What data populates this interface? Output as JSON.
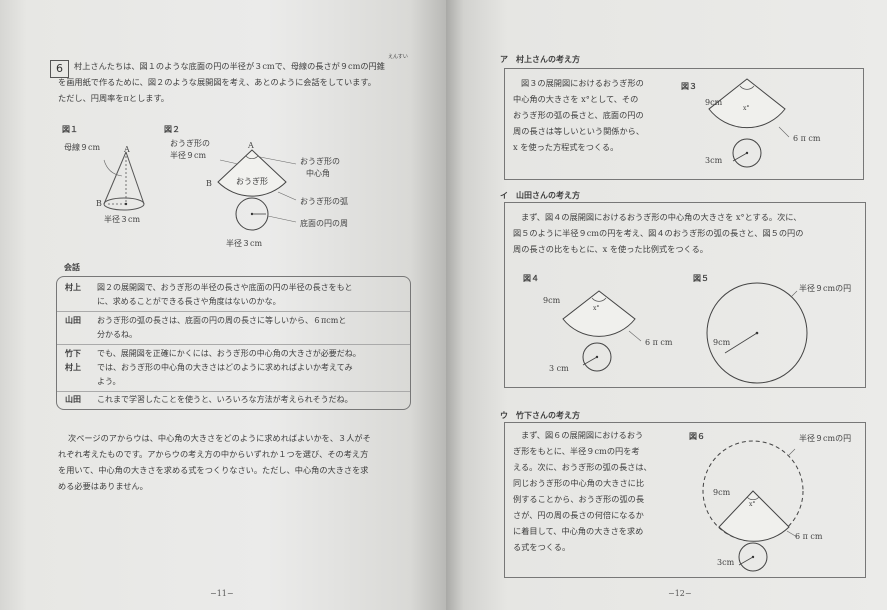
{
  "left_page": {
    "question_number": "6",
    "intro_lines": [
      "村上さんたちは、図１のような底面の円の半径が３cmで、母線の長さが９cmの円錐",
      "を画用紙で作るために、図２のような展開図を考え、あとのように会話をしています。",
      "ただし、円周率をπとします。"
    ],
    "ruby": "えんすい",
    "figure1": {
      "label": "図１",
      "slant": "母線９cm",
      "point_a": "A",
      "point_b": "B",
      "radius": "半径３cm"
    },
    "figure2": {
      "label": "図２",
      "sector_radius_line1": "おうぎ形の",
      "sector_radius_line2": "半径９cm",
      "point_a": "A",
      "point_b": "B",
      "sector_name": "おうぎ形",
      "central_angle_line1": "おうぎ形の",
      "central_angle_line2": "中心角",
      "arc": "おうぎ形の弧",
      "circumference": "底面の円の周",
      "radius": "半径３cm"
    },
    "kaiwa_title": "会話",
    "kaiwa": [
      {
        "speaker": "村上",
        "lines": [
          "図２の展開図で、おうぎ形の半径の長さや底面の円の半径の長さをもと",
          "に、求めることができる長さや角度はないのかな。"
        ]
      },
      {
        "speaker": "山田",
        "lines": [
          "おうぎ形の弧の長さは、底面の円の周の長さに等しいから、６πcmと",
          "分かるね。"
        ]
      },
      {
        "speaker": "竹下",
        "lines": [
          "でも、展開図を正確にかくには、おうぎ形の中心角の大きさが必要だね。"
        ]
      },
      {
        "speaker": "村上",
        "lines": [
          "では、おうぎ形の中心角の大きさはどのように求めればよいか考えてみ",
          "よう。"
        ]
      },
      {
        "speaker": "山田",
        "lines": [
          "これまで学習したことを使うと、いろいろな方法が考えられそうだね。"
        ]
      }
    ],
    "closing_lines": [
      "次ページのアからウは、中心角の大きさをどのように求めればよいかを、３人がそ",
      "れぞれ考えたものです。アからウの考え方の中からいずれか１つを選び、その考え方",
      "を用いて、中心角の大きさを求める式をつくりなさい。ただし、中心角の大きさを求",
      "める必要はありません。"
    ],
    "page_number": "−11−"
  },
  "right_page": {
    "section_a": {
      "title": "ア　村上さんの考え方",
      "lines": [
        "図３の展開図におけるおうぎ形の",
        "中心角の大きさを x°として、その",
        "おうぎ形の弧の長さと、底面の円の",
        "周の長さは等しいという関係から、",
        "x を使った方程式をつくる。"
      ],
      "figure_label": "図３",
      "radius": "9cm",
      "angle": "x°",
      "arc": "6 π cm",
      "base": "3cm"
    },
    "section_i": {
      "title": "イ　山田さんの考え方",
      "lines": [
        "まず、図４の展開図におけるおうぎ形の中心角の大きさを x°とする。次に、",
        "図５のように半径９cmの円を考え、図４のおうぎ形の弧の長さと、図５の円の",
        "周の長さの比をもとに、x を使った比例式をつくる。"
      ],
      "figure4_label": "図４",
      "figure4_radius": "9cm",
      "figure4_angle": "x°",
      "figure4_arc": "6 π cm",
      "figure4_base": "3 cm",
      "figure5_label": "図５",
      "figure5_circle": "半径９cmの円",
      "figure5_radius": "9cm"
    },
    "section_u": {
      "title": "ウ　竹下さんの考え方",
      "lines": [
        "まず、図６の展開図におけるおう",
        "ぎ形をもとに、半径９cmの円を考",
        "える。次に、おうぎ形の弧の長さは、",
        "同じおうぎ形の中心角の大きさに比",
        "例することから、おうぎ形の弧の長",
        "さが、円の周の長さの何倍になるか",
        "に着目して、中心角の大きさを求め",
        "る式をつくる。"
      ],
      "figure_label": "図６",
      "circle": "半径９cmの円",
      "radius": "9cm",
      "angle": "x°",
      "arc": "6 π cm",
      "base": "3cm"
    },
    "page_number": "−12−"
  }
}
